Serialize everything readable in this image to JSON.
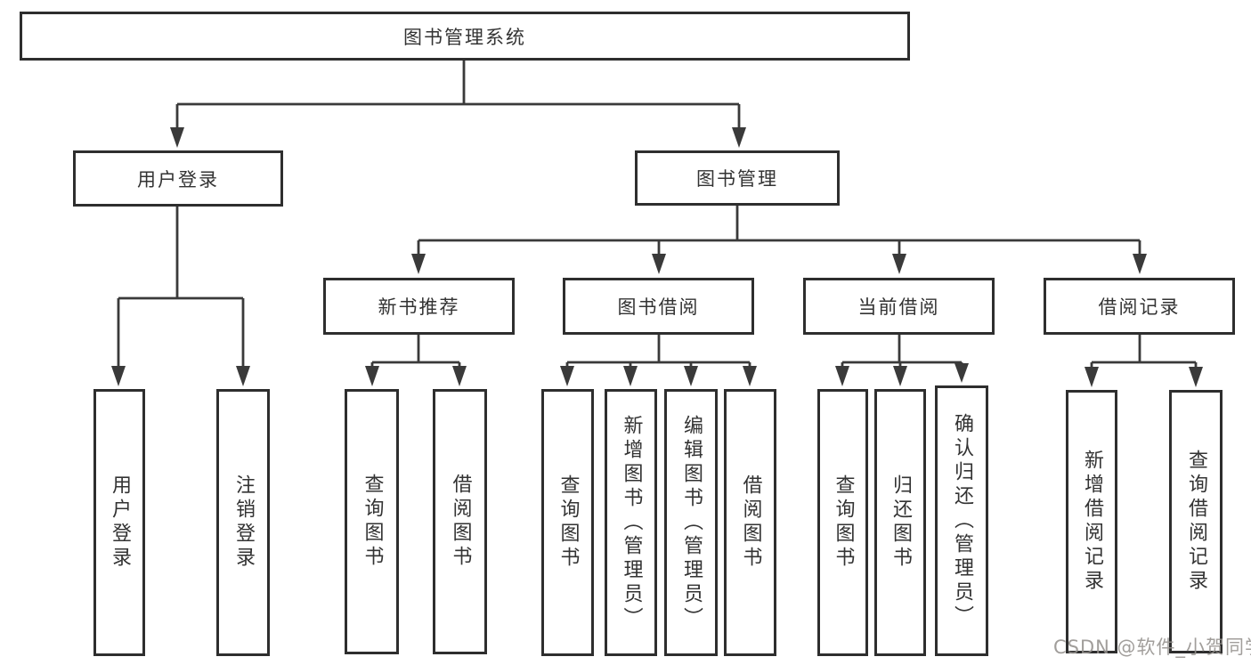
{
  "diagram": {
    "root": {
      "label": "图书管理系统",
      "children": [
        {
          "label": "用户登录",
          "children": [
            {
              "label": "用户登录"
            },
            {
              "label": "注销登录"
            }
          ]
        },
        {
          "label": "图书管理",
          "children": [
            {
              "label": "新书推荐",
              "children": [
                {
                  "label": "查询图书"
                },
                {
                  "label": "借阅图书"
                }
              ]
            },
            {
              "label": "图书借阅",
              "children": [
                {
                  "label": "查询图书"
                },
                {
                  "label": "新增图书（管理员）"
                },
                {
                  "label": "编辑图书（管理员）"
                },
                {
                  "label": "借阅图书"
                }
              ]
            },
            {
              "label": "当前借阅",
              "children": [
                {
                  "label": "查询图书"
                },
                {
                  "label": "归还图书"
                },
                {
                  "label": "确认归还（管理员）"
                }
              ]
            },
            {
              "label": "借阅记录",
              "children": [
                {
                  "label": "新增借阅记录"
                },
                {
                  "label": "查询借阅记录"
                }
              ]
            }
          ]
        }
      ]
    }
  },
  "watermark": {
    "text": "CSDN @软件_小贺同学"
  },
  "colors": {
    "line": "#3a3a3a",
    "box_border": "#2e2e2e",
    "text": "#333333",
    "watermark": "#94918d",
    "background": "#ffffff"
  }
}
